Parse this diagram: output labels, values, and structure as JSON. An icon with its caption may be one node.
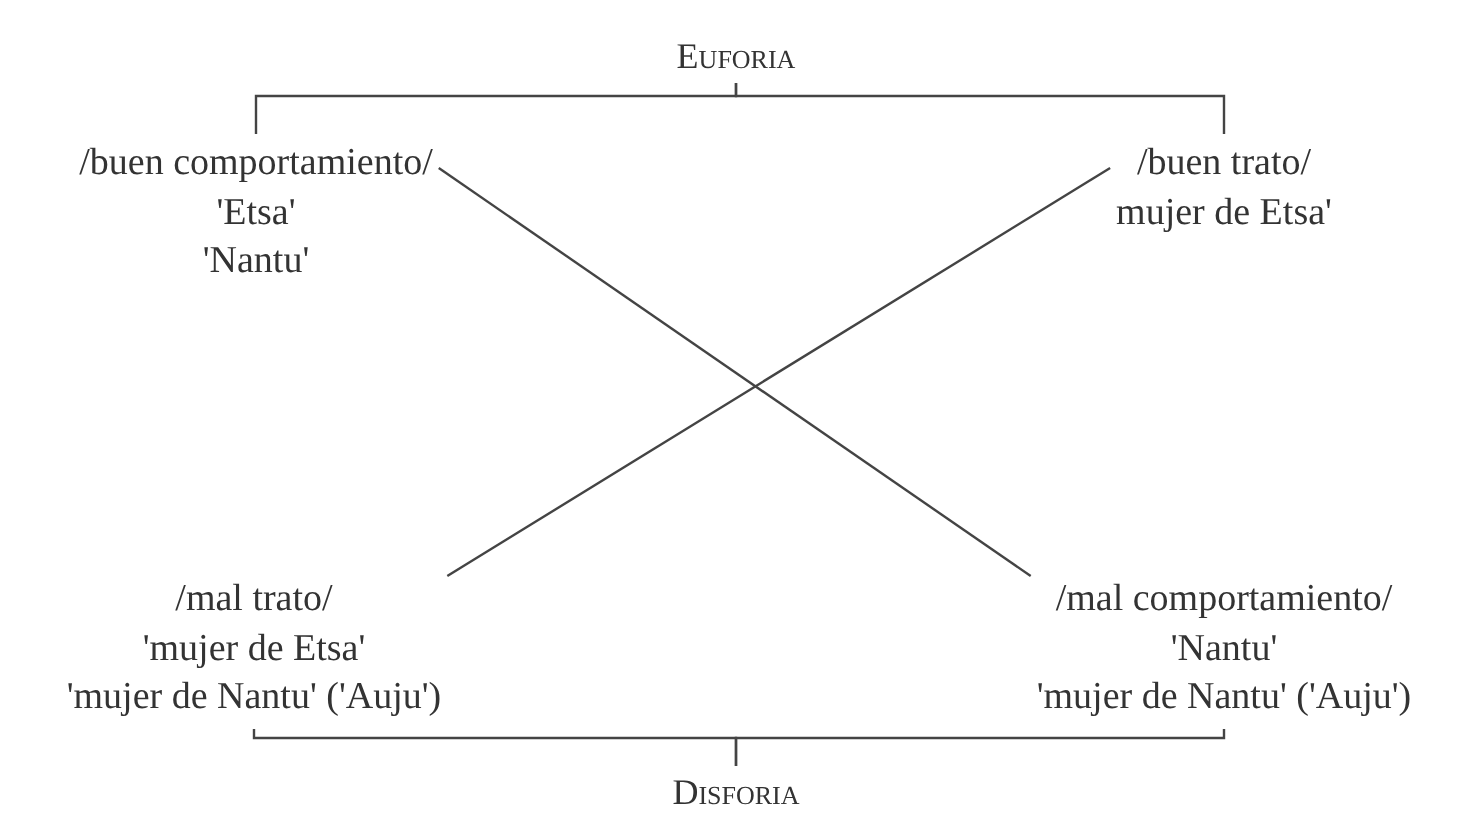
{
  "diagram": {
    "nodes": [
      {
        "text": [
          "Euforia"
        ]
      },
      {
        "text": [
          "/buen comportamiento/",
          "'Etsa'",
          "'Nantu'"
        ]
      },
      {
        "text": [
          "/buen trato/",
          "mujer de Etsa'"
        ]
      },
      {
        "text": [
          "/mal trato/",
          "'mujer de Etsa'",
          "'mujer de Nantu' ('Auju')"
        ]
      },
      {
        "text": [
          "/mal comportamiento/",
          "'Nantu'",
          "'mujer de Nantu' ('Auju')"
        ]
      },
      {
        "text": [
          "Disforia"
        ]
      }
    ],
    "edges": [
      {
        "from": 0,
        "to": 1,
        "arrow": "none"
      },
      {
        "from": 0,
        "to": 2,
        "arrow": "none"
      },
      {
        "from": 1,
        "to": 4,
        "arrow": "none"
      },
      {
        "from": 2,
        "to": 3,
        "arrow": "none"
      },
      {
        "from": 5,
        "to": 3,
        "arrow": "none"
      },
      {
        "from": 5,
        "to": 4,
        "arrow": "none"
      }
    ]
  }
}
